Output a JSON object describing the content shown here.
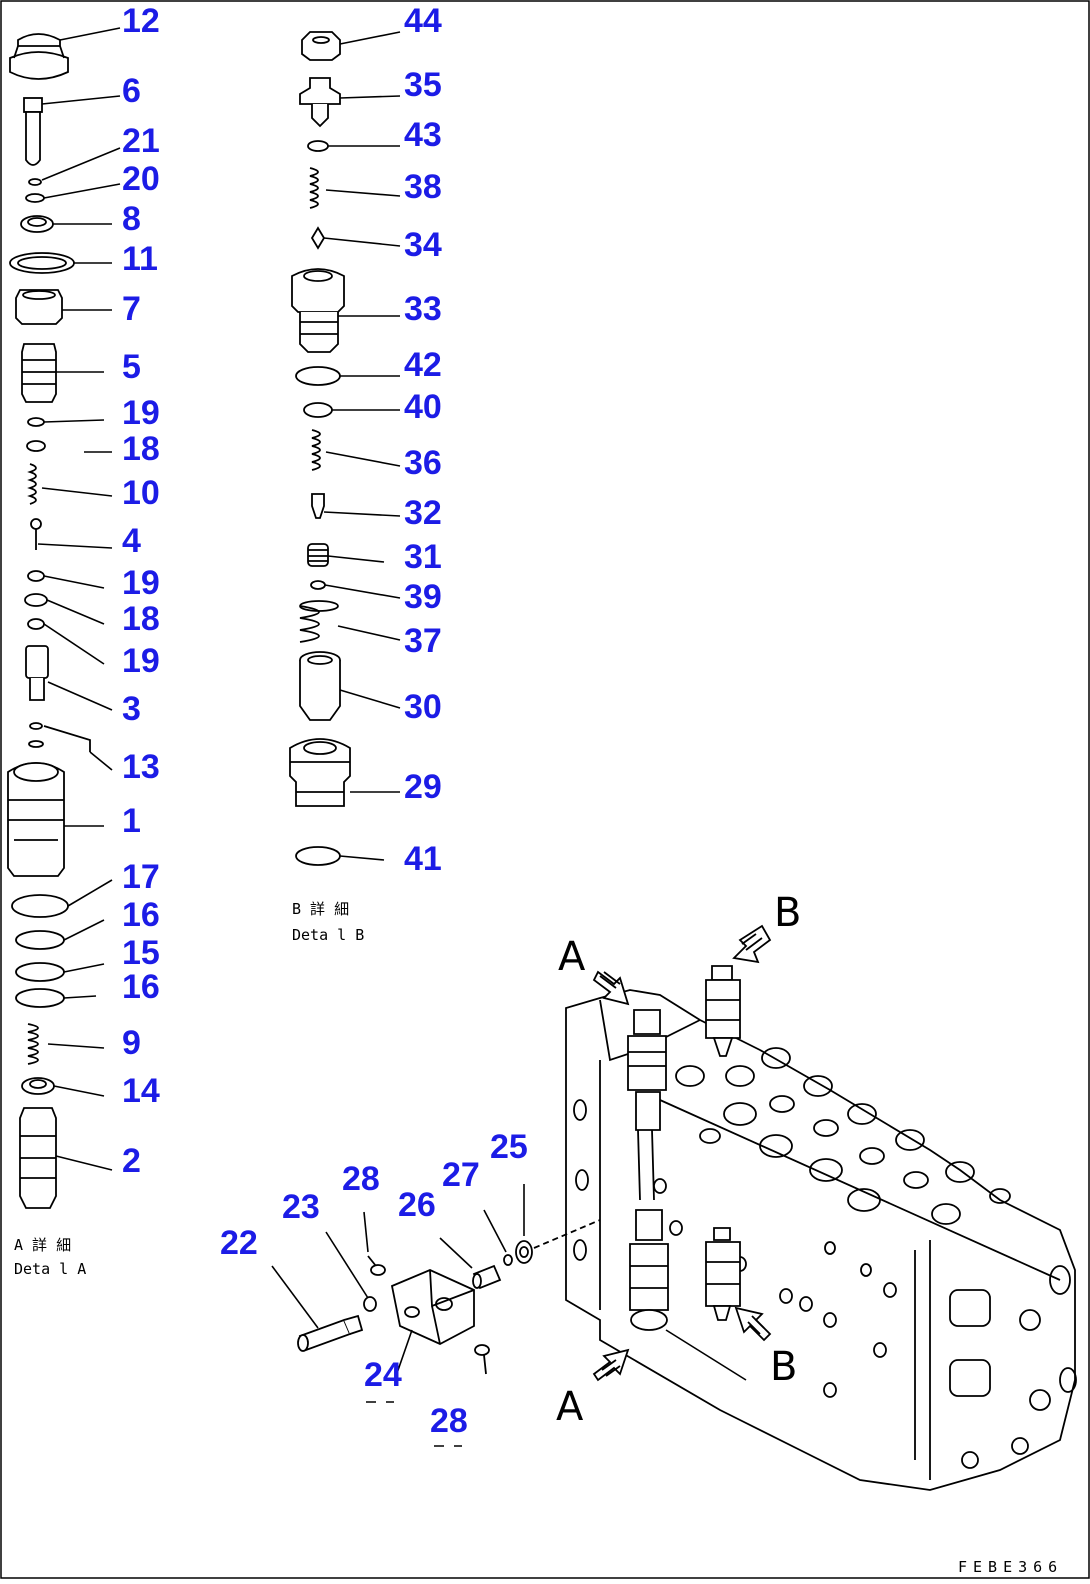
{
  "detail_a": {
    "caption_jp": "A 詳 細",
    "caption_en": "Deta l A",
    "callouts": [
      "12",
      "6",
      "21",
      "20",
      "8",
      "11",
      "7",
      "5",
      "19",
      "18",
      "10",
      "4",
      "19",
      "18",
      "19",
      "3",
      "13",
      "1",
      "17",
      "16",
      "15",
      "16",
      "9",
      "14",
      "2"
    ]
  },
  "detail_b": {
    "caption_jp": "B 詳 細",
    "caption_en": "Deta l B",
    "callouts": [
      "44",
      "35",
      "43",
      "38",
      "34",
      "33",
      "42",
      "40",
      "36",
      "32",
      "31",
      "39",
      "37",
      "30",
      "29",
      "41"
    ]
  },
  "assembly": {
    "callouts": [
      "22",
      "23",
      "28",
      "24",
      "28",
      "26",
      "27",
      "25"
    ],
    "view_labels": [
      "A",
      "A",
      "B",
      "B"
    ]
  },
  "drawing_code": "FEBE366"
}
